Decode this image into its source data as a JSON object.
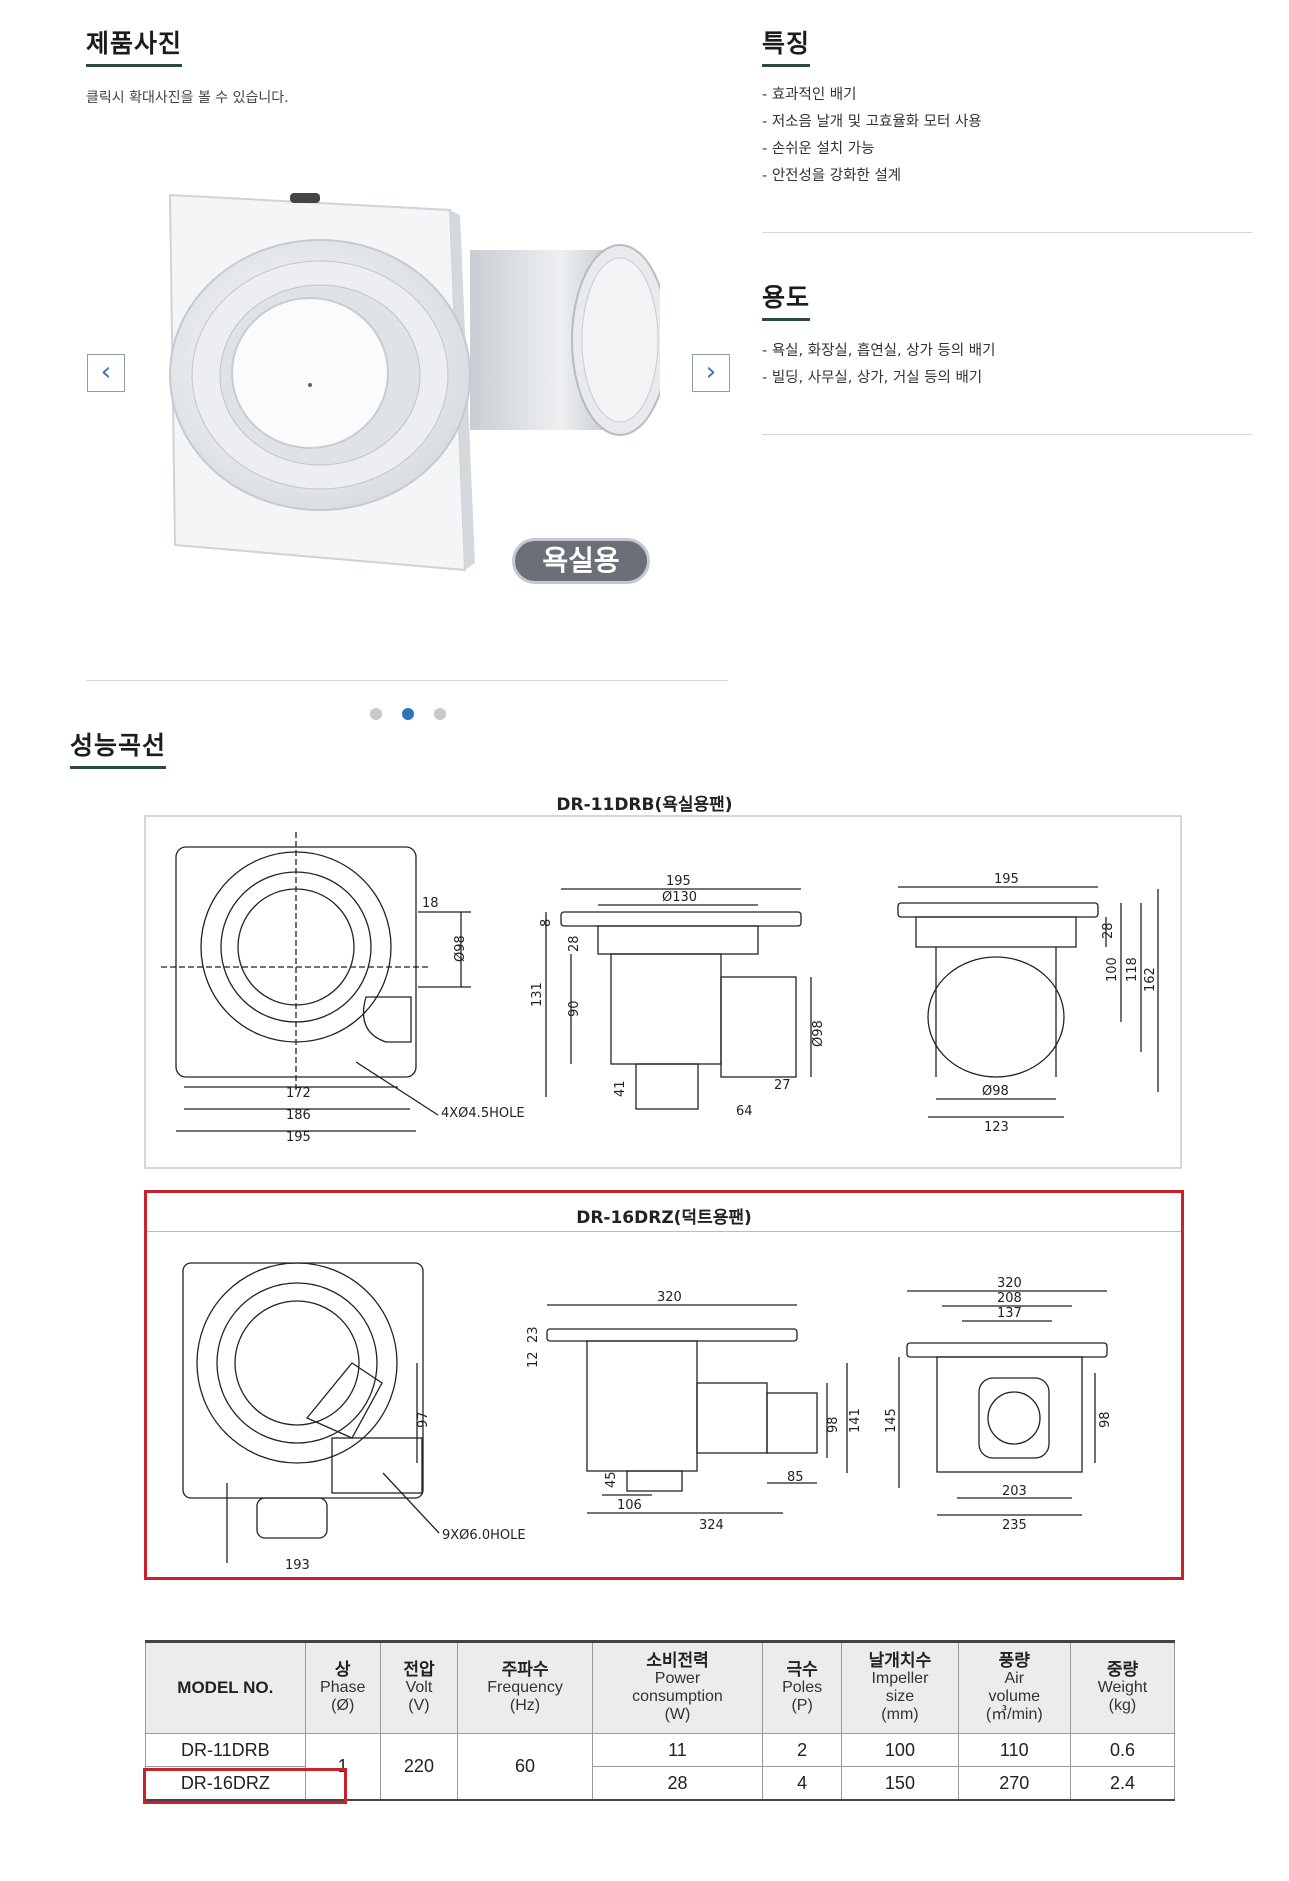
{
  "photo": {
    "title": "제품사진",
    "hint": "클릭시 확대사진을 볼 수 있습니다.",
    "badge": "욕실용",
    "prev_icon": "chevron-left-icon",
    "next_icon": "chevron-right-icon",
    "slide_count": 3,
    "active_slide": 2
  },
  "features": {
    "title": "특징",
    "items": [
      "- 효과적인 배기",
      "- 저소음 날개 및 고효율화 모터 사용",
      "- 손쉬운 설치 가능",
      "- 안전성을 강화한 설계"
    ]
  },
  "usage": {
    "title": "용도",
    "items": [
      "- 욕실, 화장실, 흡연실, 상가 등의 배기",
      "- 빌딩, 사무실, 상가, 거실 등의 배기"
    ]
  },
  "performance": {
    "title": "성능곡선"
  },
  "drawing1": {
    "title": "DR-11DRB(욕실용팬)",
    "dims": {
      "front_w1": "172",
      "front_w2": "186",
      "front_w3": "195",
      "front_side": "18",
      "front_dia": "Ø98",
      "hole": "4XØ4.5HOLE",
      "side_top1": "195",
      "side_top2": "Ø130",
      "side_8": "8",
      "side_28": "28",
      "side_131": "131",
      "side_90": "90",
      "side_41": "41",
      "side_dia": "Ø98",
      "side_27": "27",
      "side_64": "64",
      "rear_195": "195",
      "rear_28": "28",
      "rear_100": "100",
      "rear_118": "118",
      "rear_162": "162",
      "rear_dia": "Ø98",
      "rear_123": "123"
    }
  },
  "drawing2": {
    "title": "DR-16DRZ(덕트용팬)",
    "dims": {
      "front_97": "97",
      "front_193": "193",
      "hole": "9XØ6.0HOLE",
      "side_320": "320",
      "side_23": "23",
      "side_12": "12",
      "side_45": "45",
      "side_98": "98",
      "side_141": "141",
      "side_85": "85",
      "side_106": "106",
      "side_324": "324",
      "rear_320": "320",
      "rear_208": "208",
      "rear_137": "137",
      "rear_145": "145",
      "rear_98": "98",
      "rear_203": "203",
      "rear_235": "235"
    }
  },
  "spec_table": {
    "headers": {
      "model": "MODEL NO.",
      "phase_ko": "상",
      "phase_en": "Phase",
      "phase_unit": "(Ø)",
      "volt_ko": "전압",
      "volt_en": "Volt",
      "volt_unit": "(V)",
      "freq_ko": "주파수",
      "freq_en": "Frequency",
      "freq_unit": "(Hz)",
      "power_ko": "소비전력",
      "power_en1": "Power",
      "power_en2": "consumption",
      "power_unit": "(W)",
      "poles_ko": "극수",
      "poles_en": "Poles",
      "poles_unit": "(P)",
      "imp_ko": "날개치수",
      "imp_en1": "Impeller",
      "imp_en2": "size",
      "imp_unit": "(mm)",
      "air_ko": "풍량",
      "air_en1": "Air",
      "air_en2": "volume",
      "air_unit": "(㎥/min)",
      "weight_ko": "중량",
      "weight_en": "Weight",
      "weight_unit": "(kg)"
    },
    "shared": {
      "phase": "1",
      "volt": "220",
      "freq": "60"
    },
    "rows": [
      {
        "model": "DR-11DRB",
        "power": "11",
        "poles": "2",
        "impeller": "100",
        "air": "110",
        "weight": "0.6"
      },
      {
        "model": "DR-16DRZ",
        "power": "28",
        "poles": "4",
        "impeller": "150",
        "air": "270",
        "weight": "2.4"
      }
    ]
  },
  "colors": {
    "accent_red": "#c8232b",
    "dot_active": "#2a75b8",
    "title_underline": "#2b4a3a"
  }
}
